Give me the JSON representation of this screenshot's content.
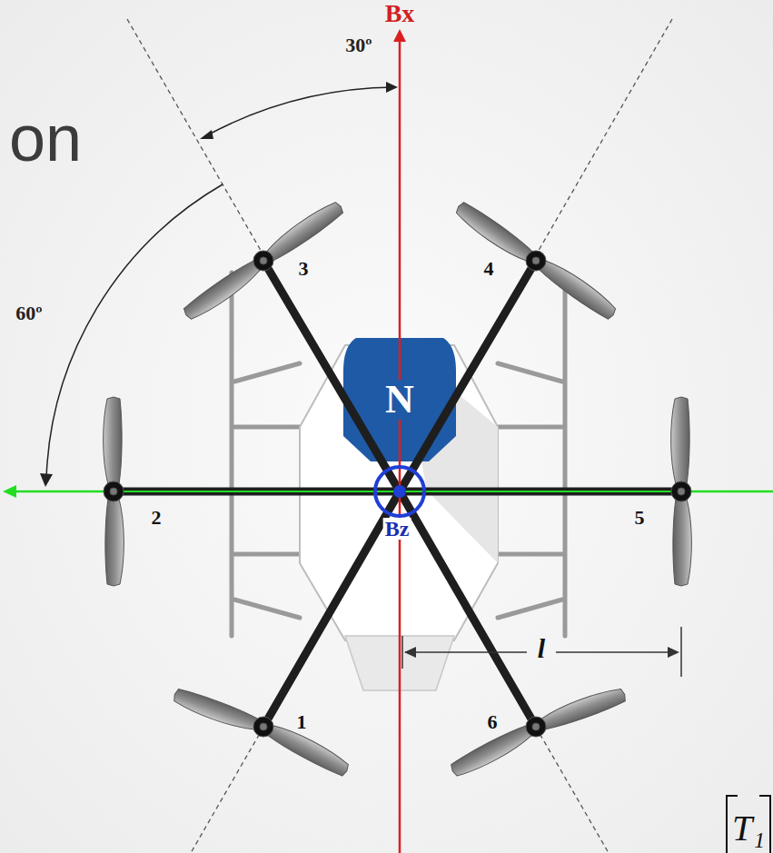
{
  "diagram": {
    "labels": [
      "on",
      "Bx",
      "30º",
      "60º",
      "3",
      "4",
      "2",
      "5",
      "1",
      "6",
      "Bz",
      "N",
      "l",
      "T₁"
    ]
  }
}
